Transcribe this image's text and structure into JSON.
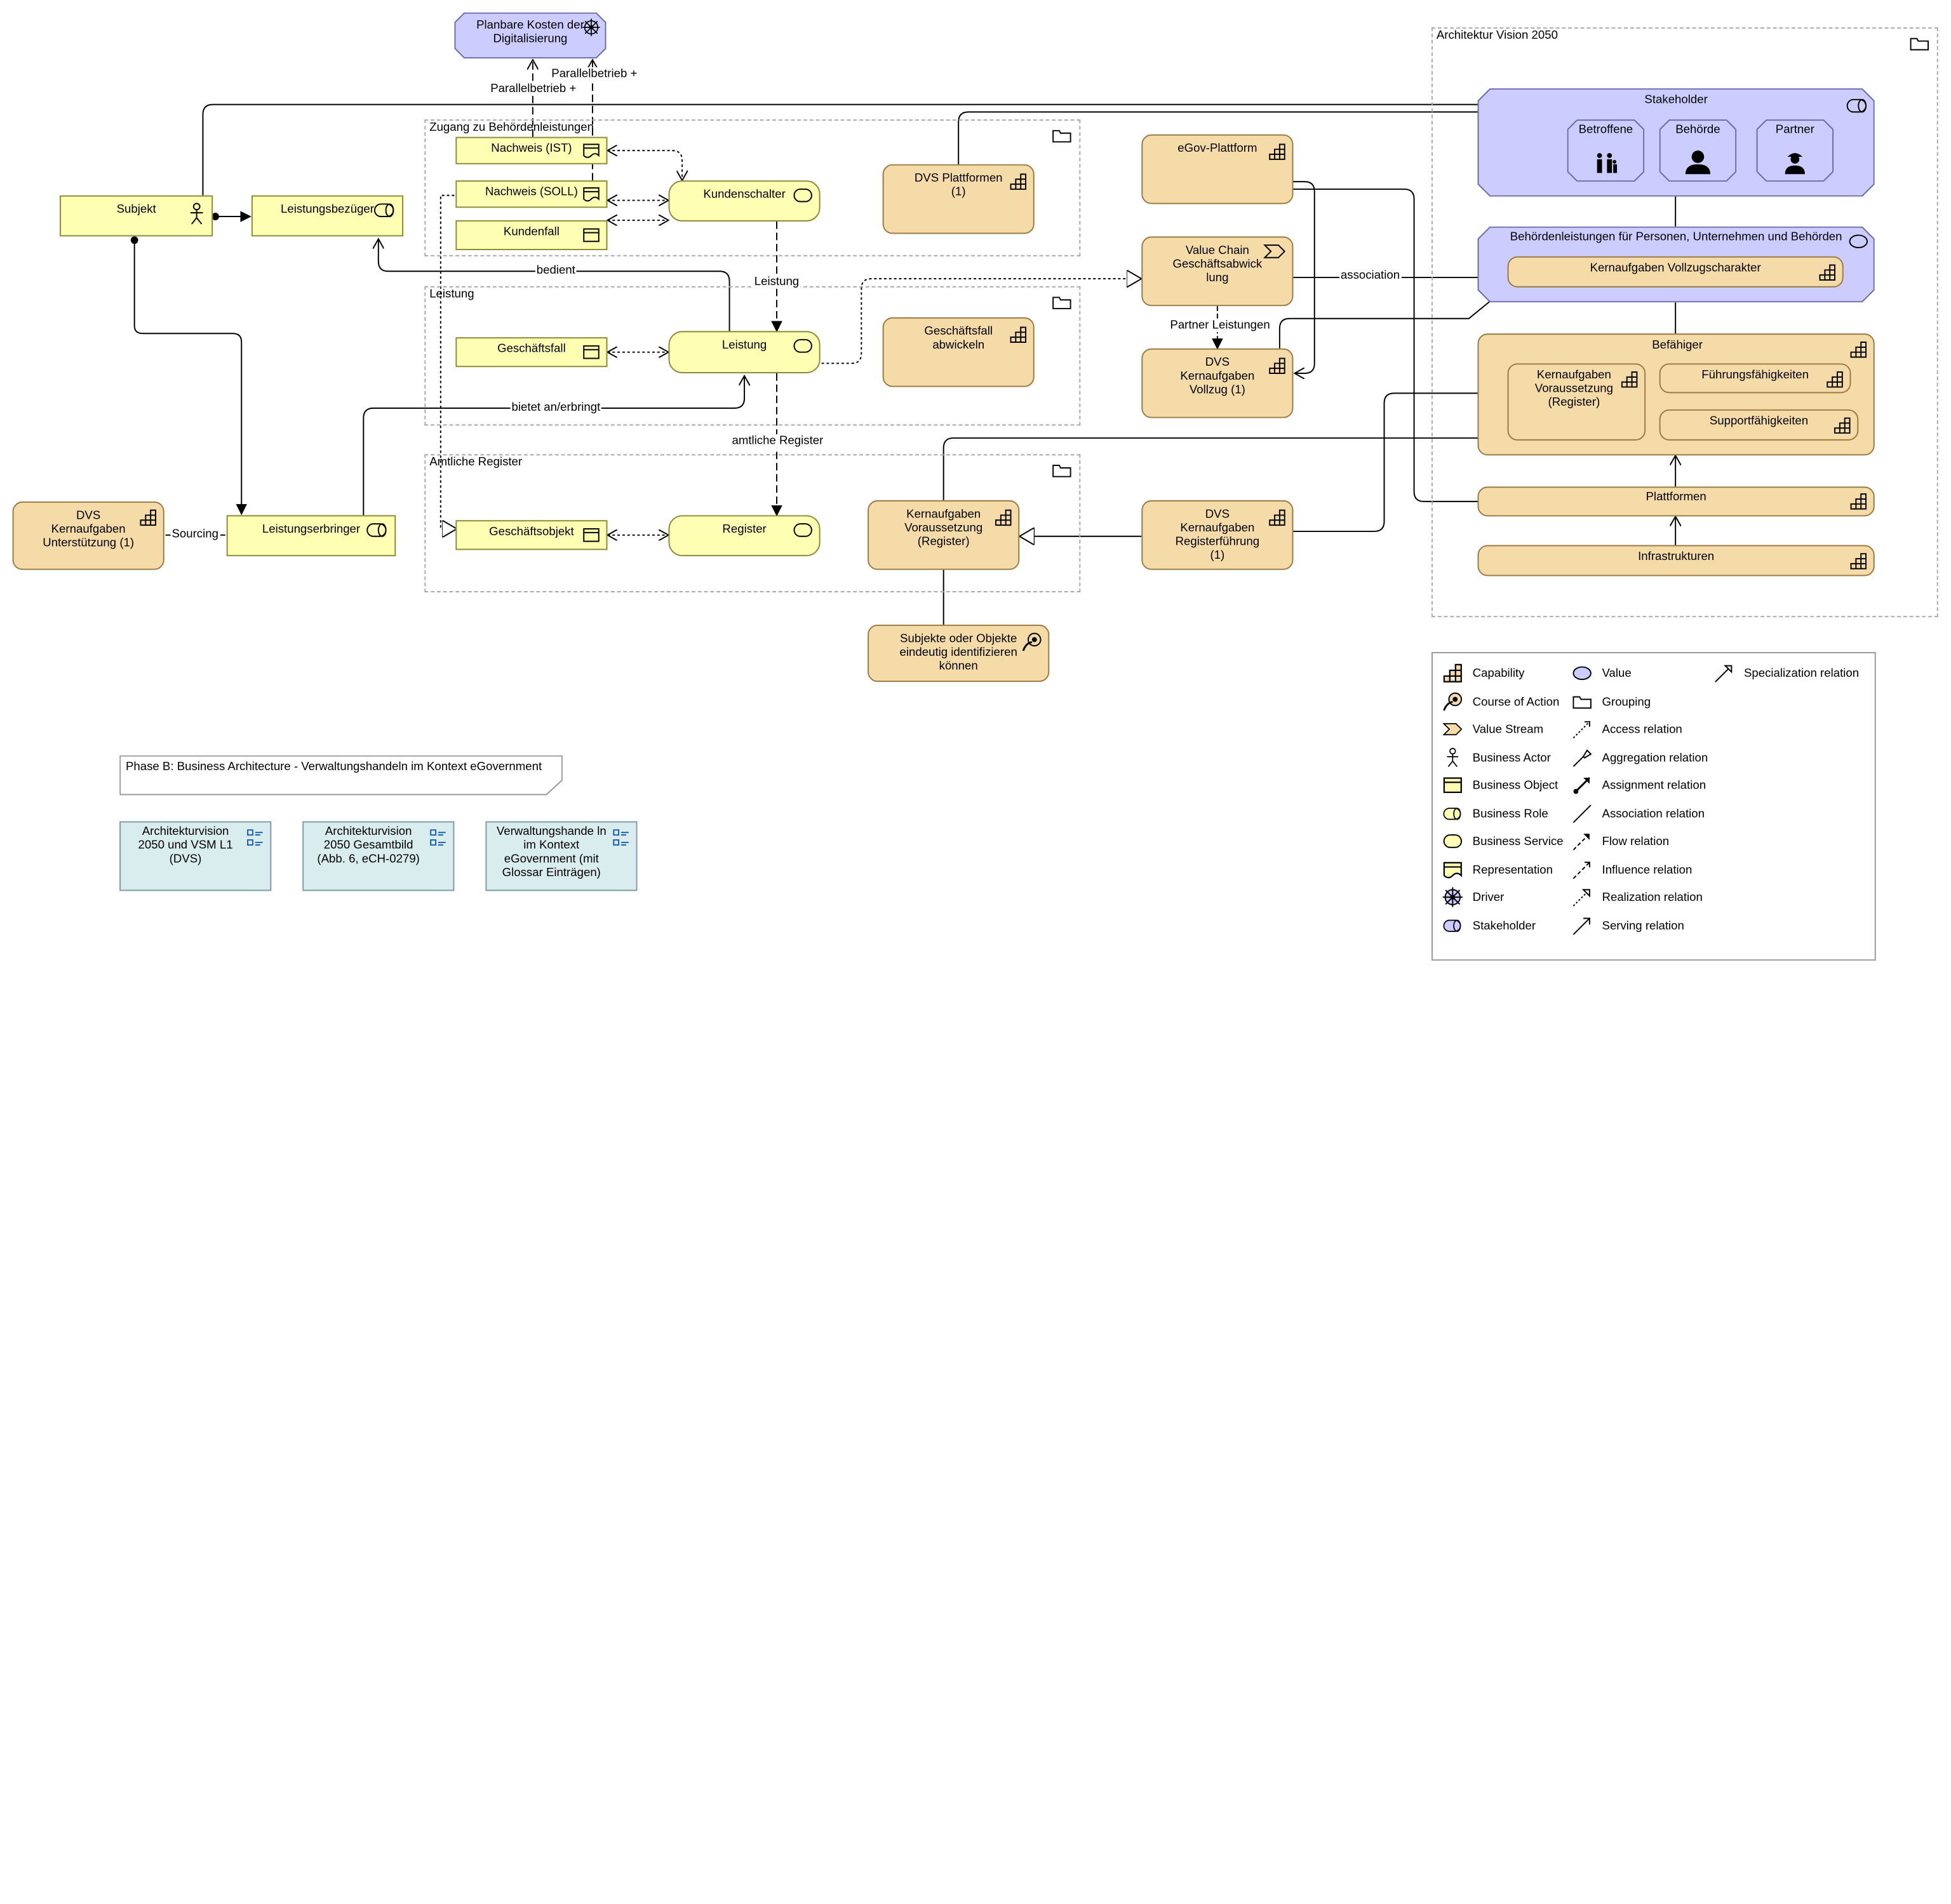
{
  "groups": {
    "zugang": "Zugang zu Behördenleistungen",
    "leistung": "Leistung",
    "register": "Amtliche Register",
    "vision": "Architektur Vision 2050"
  },
  "elements": {
    "planbare_kosten": "Planbare Kosten der Digitalisierung",
    "subjekt": "Subjekt",
    "leistungsbezueger": "Leistungsbezüger",
    "nachweis_ist": "Nachweis (IST)",
    "nachweis_soll": "Nachweis (SOLL)",
    "kundenfall": "Kundenfall",
    "kundenschalter": "Kundenschalter",
    "dvs_plattformen": "DVS Plattformen (1)",
    "egov_plattform": "eGov-Plattform",
    "value_chain": "Value Chain Geschäftsabwick lung",
    "dvs_vollzug": "DVS Kernaufgaben Vollzug (1)",
    "geschaeftsfall": "Geschäftsfall",
    "leistung": "Leistung",
    "geschaeftsfall_abwickeln": "Geschäftsfall abwickeln",
    "dvs_unterstuetzung": "DVS Kernaufgaben Unterstützung (1)",
    "leistungserbringer": "Leistungserbringer",
    "geschaeftsobjekt": "Geschäftsobjekt",
    "register": "Register",
    "kern_voraussetzung": "Kernaufgaben Voraussetzung (Register)",
    "dvs_registerfuehrung": "DVS Kernaufgaben Registerführung (1)",
    "subjekte_objekte": "Subjekte oder Objekte eindeutig identifizieren können",
    "stakeholder": "Stakeholder",
    "betroffene": "Betroffene",
    "behoerde": "Behörde",
    "partner": "Partner",
    "behoerdenleistungen": "Behördenleistungen für Personen, Unternehmen und Behörden",
    "kern_vollzugscharakter": "Kernaufgaben Vollzugscharakter",
    "befaehiger": "Befähiger",
    "kern_voraussetzung_v": "Kernaufgaben Voraussetzung (Register)",
    "fuehrungsfaehigkeiten": "Führungsfähigkeiten",
    "supportfaehigkeiten": "Supportfähigkeiten",
    "plattformen": "Plattformen",
    "infrastrukturen": "Infrastrukturen"
  },
  "relations": {
    "parallel1": "Parallelbetrieb +",
    "parallel2": "Parallelbetrieb +",
    "bedient": "bedient",
    "leistung": "Leistung",
    "partner_leistungen": "Partner Leistungen",
    "association": "association",
    "bietet": "bietet an/erbringt",
    "amtliche_register": "amtliche Register",
    "sourcing": "Sourcing"
  },
  "phase_title": "Phase B: Business Architecture - Verwaltungshandeln im Kontext eGovernment",
  "notes": [
    "Architekturvision 2050 und VSM L1 (DVS)",
    "Architekturvision 2050 Gesamtbild (Abb. 6, eCH-0279)",
    "Verwaltungshande ln im Kontext eGovernment (mit Glossar Einträgen)"
  ],
  "legend": [
    {
      "icon": "capability-icon",
      "label": "Capability"
    },
    {
      "icon": "course-of-action-icon",
      "label": "Course of Action"
    },
    {
      "icon": "value-stream-icon",
      "label": "Value Stream"
    },
    {
      "icon": "business-actor-icon",
      "label": "Business Actor"
    },
    {
      "icon": "business-object-icon",
      "label": "Business Object"
    },
    {
      "icon": "business-role-icon",
      "label": "Business Role"
    },
    {
      "icon": "business-service-icon",
      "label": "Business Service"
    },
    {
      "icon": "representation-icon",
      "label": "Representation"
    },
    {
      "icon": "driver-icon",
      "label": "Driver"
    },
    {
      "icon": "stakeholder-icon",
      "label": "Stakeholder"
    },
    {
      "icon": "value-icon",
      "label": "Value"
    },
    {
      "icon": "grouping-icon",
      "label": "Grouping"
    },
    {
      "icon": "access-relation-icon",
      "label": "Access relation"
    },
    {
      "icon": "aggregation-relation-icon",
      "label": "Aggregation relation"
    },
    {
      "icon": "assignment-relation-icon",
      "label": "Assignment relation"
    },
    {
      "icon": "association-relation-icon",
      "label": "Association relation"
    },
    {
      "icon": "flow-relation-icon",
      "label": "Flow relation"
    },
    {
      "icon": "influence-relation-icon",
      "label": "Influence relation"
    },
    {
      "icon": "realization-relation-icon",
      "label": "Realization relation"
    },
    {
      "icon": "serving-relation-icon",
      "label": "Serving relation"
    },
    {
      "icon": "specialization-relation-icon",
      "label": "Specialization relation"
    }
  ],
  "colors": {
    "business": "#ffffb3",
    "strategy": "#f5dba7",
    "motivation": "#ccccff",
    "note": "#d9ecee"
  }
}
